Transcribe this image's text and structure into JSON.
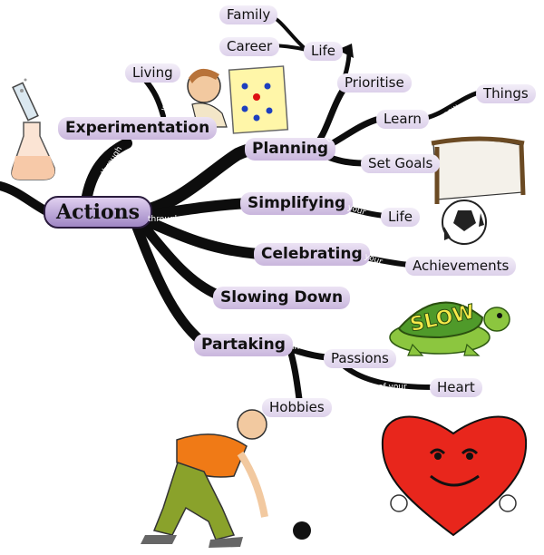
{
  "center": {
    "label": "Actions"
  },
  "branches": {
    "experimentation": "Experimentation",
    "planning": "Planning",
    "simplifying": "Simplifying",
    "celebrating": "Celebrating",
    "slowing_down": "Slowing Down",
    "partaking": "Partaking"
  },
  "leaves": {
    "living": "Living",
    "family": "Family",
    "career": "Career",
    "life_top": "Life",
    "prioritise": "Prioritise",
    "learn": "Learn",
    "things": "Things",
    "set_goals": "Set Goals",
    "life_mid": "Life",
    "achievements": "Achievements",
    "passions": "Passions",
    "heart": "Heart",
    "hobbies": "Hobbies"
  },
  "connectors": {
    "through_main": "through",
    "through_upper": "through",
    "with": "with",
    "to": "to",
    "new": "new",
    "your_1": "your",
    "your_2": "your",
    "in": "in",
    "of_your": "of your"
  },
  "picture_texts": {
    "slow": "SLOW"
  },
  "colors": {
    "branch": "#0d0d0d",
    "pill_light": "#f3eef8",
    "pill_dark": "#dcd0ea",
    "center_fill": "#b9a3d6"
  }
}
